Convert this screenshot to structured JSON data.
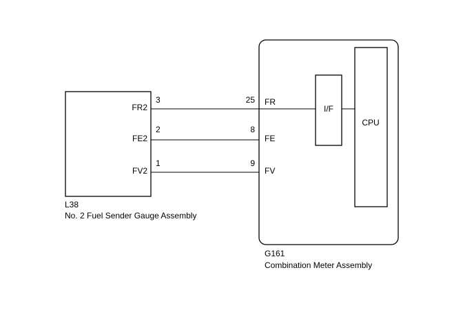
{
  "left_component": {
    "code": "L38",
    "name": "No. 2 Fuel Sender Gauge Assembly",
    "terminals": [
      {
        "label": "FR2",
        "pin": "3"
      },
      {
        "label": "FE2",
        "pin": "2"
      },
      {
        "label": "FV2",
        "pin": "1"
      }
    ]
  },
  "right_component": {
    "code": "G161",
    "name": "Combination Meter Assembly",
    "terminals": [
      {
        "label": "FR",
        "pin": "25"
      },
      {
        "label": "FE",
        "pin": "8"
      },
      {
        "label": "FV",
        "pin": "9"
      }
    ],
    "interface_block": "I/F",
    "cpu_block": "CPU"
  }
}
